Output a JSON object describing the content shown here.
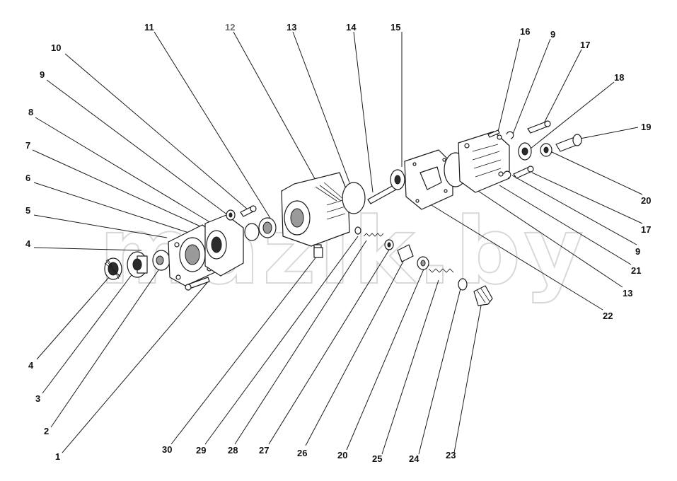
{
  "watermark": "mazik.by",
  "callouts": [
    {
      "id": "c11",
      "text": "11"
    },
    {
      "id": "c12",
      "text": "12"
    },
    {
      "id": "c13a",
      "text": "13"
    },
    {
      "id": "c14",
      "text": "14"
    },
    {
      "id": "c15",
      "text": "15"
    },
    {
      "id": "c16",
      "text": "16"
    },
    {
      "id": "c9a",
      "text": "9"
    },
    {
      "id": "c17a",
      "text": "17"
    },
    {
      "id": "c18",
      "text": "18"
    },
    {
      "id": "c19",
      "text": "19"
    },
    {
      "id": "c10",
      "text": "10"
    },
    {
      "id": "c9b",
      "text": "9"
    },
    {
      "id": "c8",
      "text": "8"
    },
    {
      "id": "c7",
      "text": "7"
    },
    {
      "id": "c6",
      "text": "6"
    },
    {
      "id": "c5",
      "text": "5"
    },
    {
      "id": "c4a",
      "text": "4"
    },
    {
      "id": "c20a",
      "text": "20"
    },
    {
      "id": "c17b",
      "text": "17"
    },
    {
      "id": "c9c",
      "text": "9"
    },
    {
      "id": "c21",
      "text": "21"
    },
    {
      "id": "c13b",
      "text": "13"
    },
    {
      "id": "c22",
      "text": "22"
    },
    {
      "id": "c4b",
      "text": "4"
    },
    {
      "id": "c3",
      "text": "3"
    },
    {
      "id": "c2",
      "text": "2"
    },
    {
      "id": "c1",
      "text": "1"
    },
    {
      "id": "c30",
      "text": "30"
    },
    {
      "id": "c29",
      "text": "29"
    },
    {
      "id": "c28",
      "text": "28"
    },
    {
      "id": "c27",
      "text": "27"
    },
    {
      "id": "c26",
      "text": "26"
    },
    {
      "id": "c20b",
      "text": "20"
    },
    {
      "id": "c25",
      "text": "25"
    },
    {
      "id": "c24",
      "text": "24"
    },
    {
      "id": "c23",
      "text": "23"
    }
  ]
}
